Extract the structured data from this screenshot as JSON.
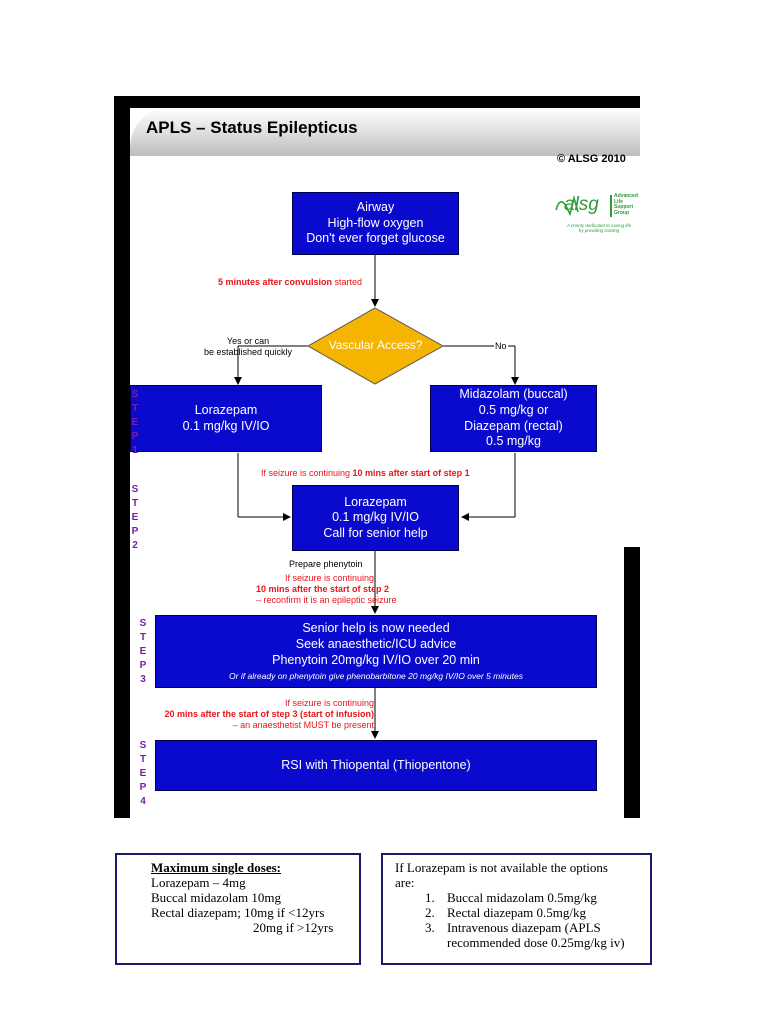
{
  "header": {
    "title": "APLS – Status Epilepticus",
    "copyright": "© ALSG 2010"
  },
  "logo": {
    "text": "alsg",
    "side_text": [
      "Advanced",
      "Life",
      "Support",
      "Group"
    ],
    "tagline_1": "A charity dedicated to saving life",
    "tagline_2": "by providing training",
    "brand_color": "#2e9b3a"
  },
  "flow": {
    "airway_box": [
      "Airway",
      "High-flow oxygen",
      "Don't ever forget glucose"
    ],
    "five_min_note": {
      "bold": "5 minutes after convulsion",
      "rest": " started"
    },
    "decision": "Vascular Access?",
    "yes_label": [
      "Yes or can",
      "be established quickly"
    ],
    "no_label": "No",
    "lorazepam1_box": [
      "Lorazepam",
      "0.1 mg/kg IV/IO"
    ],
    "midazolam_box": [
      "Midazolam (buccal)",
      "0.5 mg/kg or",
      "Diazepam (rectal)",
      "0.5 mg/kg"
    ],
    "ten_min_note": {
      "pre": "If seizure is continuing ",
      "bold": "10 mins after start of  step 1"
    },
    "lorazepam2_box": [
      "Lorazepam",
      "0.1 mg/kg IV/IO",
      "Call for senior help"
    ],
    "prepare_phenytoin": "Prepare phenytoin",
    "step2_note": [
      "If seizure is continuing",
      "10 mins after the start of step 2",
      "– reconfirm it is an epileptic seizure"
    ],
    "senior_box": [
      "Senior help is now needed",
      "Seek anaesthetic/ICU advice",
      "Phenytoin 20mg/kg IV/IO over 20 min"
    ],
    "senior_box_italic": "Or if already on phenytoin give phenobarbitone 20 mg/kg IV/IO over 5 minutes",
    "step3_note": [
      "If seizure is continuing",
      "20 mins after the start of step 3 (start of infusion)",
      "– an anaesthetist MUST be present"
    ],
    "rsi_box": "RSI with Thiopental (Thiopentone)"
  },
  "steps": [
    {
      "letters": [
        "S",
        "T",
        "E",
        "P",
        "1"
      ]
    },
    {
      "letters": [
        "S",
        "T",
        "E",
        "P",
        "2"
      ]
    },
    {
      "letters": [
        "S",
        "T",
        "E",
        "P",
        "3"
      ]
    },
    {
      "letters": [
        "S",
        "T",
        "E",
        "P",
        "4"
      ]
    }
  ],
  "notes": {
    "max_doses": {
      "heading": "Maximum single doses:",
      "lines": [
        "Lorazepam – 4mg",
        "Buccal midazolam 10mg",
        "Rectal diazepam; 10mg if <12yrs",
        "20mg if >12yrs"
      ]
    },
    "lorazepam_unavailable": {
      "intro": [
        "If Lorazepam is not available the options",
        "are:"
      ],
      "options": [
        "Buccal midazolam 0.5mg/kg",
        "Rectal diazepam 0.5mg/kg",
        "Intravenous diazepam (APLS",
        "recommended dose 0.25mg/kg iv)"
      ],
      "numbers": [
        "1.",
        "2.",
        "3."
      ]
    }
  },
  "colors": {
    "box_blue": "#0a0acf",
    "decision_yellow": "#f5b400",
    "note_red": "#e8141b",
    "step_purple": "#7a1fa0"
  }
}
